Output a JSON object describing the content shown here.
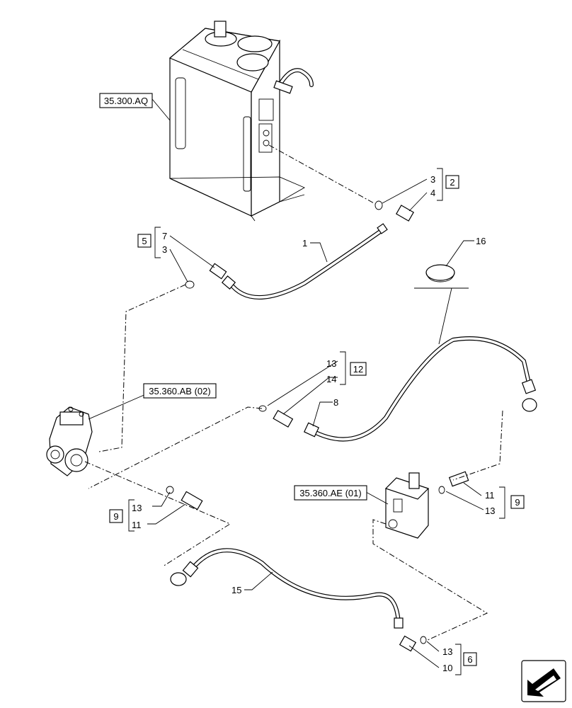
{
  "references": {
    "tank": "35.300.AQ",
    "pump": "35.360.AB (02)",
    "valve": "35.360.AE (01)"
  },
  "kits": {
    "k2": "2",
    "k5": "5",
    "k12": "12",
    "k9a": "9",
    "k9b": "9",
    "k6": "6"
  },
  "items": {
    "i3a": "3",
    "i4": "4",
    "i7": "7",
    "i3b": "3",
    "i1": "1",
    "i16": "16",
    "i13a": "13",
    "i14": "14",
    "i8": "8",
    "i13b": "13",
    "i11a": "11",
    "i11b": "11",
    "i13c": "13",
    "i15": "15",
    "i13d": "13",
    "i10": "10"
  }
}
